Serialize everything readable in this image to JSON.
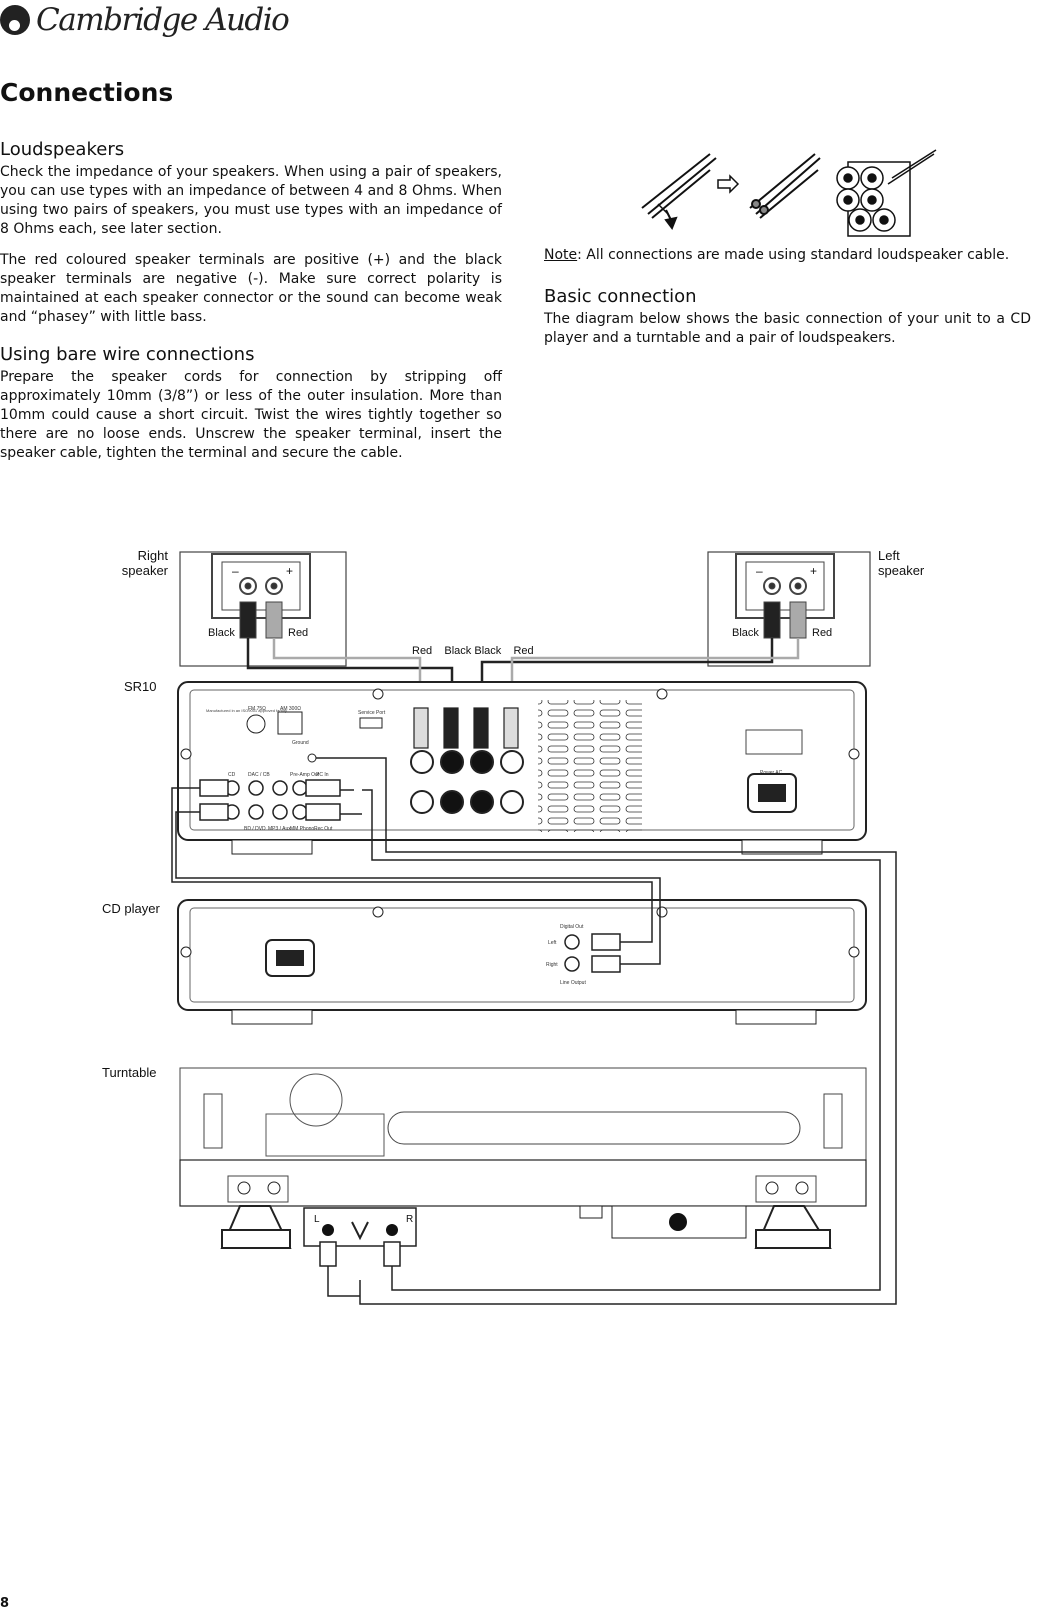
{
  "brand": "Cambridge Audio",
  "page_title": "Connections",
  "loudspeakers": {
    "heading": "Loudspeakers",
    "p1": "Check the impedance of your speakers. When using a pair of speakers, you can use types with an impedance of between 4 and 8 Ohms. When using two pairs of speakers, you must use types with an impedance of 8 Ohms each, see later section.",
    "p2": "The red coloured speaker terminals are positive (+) and the black speaker terminals are negative (-). Make sure correct polarity is maintained at each speaker connector or the sound can become weak and “phasey” with little bass."
  },
  "bare_wire": {
    "heading": "Using bare wire connections",
    "p1": "Prepare the speaker cords for connection by stripping off approximately 10mm (3/8”) or less of the outer insulation. More than 10mm could cause a short circuit. Twist the wires tightly together so there are no loose ends. Unscrew the speaker terminal, insert the speaker cable, tighten the terminal and secure the cable."
  },
  "note": {
    "label": "Note",
    "text": ": All connections are made using standard loudspeaker cable."
  },
  "basic": {
    "heading": "Basic connection",
    "p1": "The diagram below shows the basic connection of your unit to a CD player and a turntable and a pair of loudspeakers."
  },
  "diagram": {
    "right_speaker": [
      "Right",
      "speaker"
    ],
    "left_speaker": [
      "Left",
      "speaker"
    ],
    "sr10": "SR10",
    "cd_player": "CD player",
    "turntable": "Turntable",
    "black": "Black",
    "red": "Red",
    "cable_labels": "Red    Black Black    Red",
    "minus": "–",
    "plus": "+",
    "tt_L": "L",
    "tt_R": "R",
    "sr10_small": [
      "FM 75Ω",
      "AM 300Ω",
      "Service Port",
      "Ground",
      "CD",
      "DAC / CB",
      "Pre-Amp Out",
      "PC In",
      "BD / DVD",
      "MP3 / Aux",
      "MM Phono",
      "Rec Out",
      "Power AC"
    ],
    "cd_small": [
      "Digital Out",
      "Left",
      "Right",
      "Line Output"
    ]
  },
  "page_number": "8"
}
